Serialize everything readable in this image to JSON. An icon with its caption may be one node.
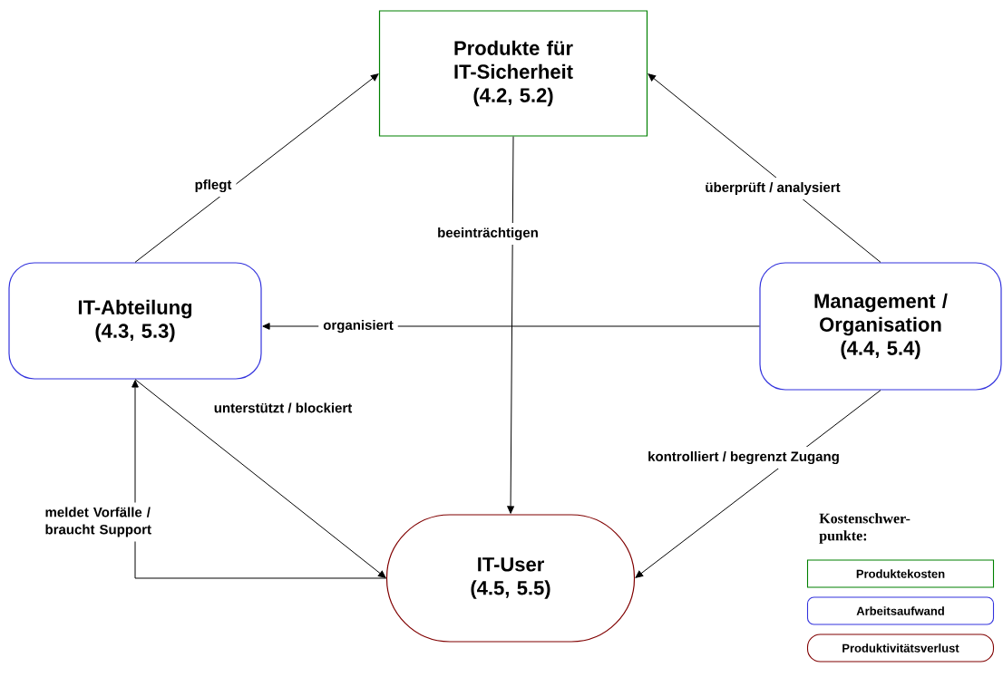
{
  "diagram": {
    "nodes": [
      {
        "text": [
          "Produkte für IT-Sicherheit (4.2, 5.2)"
        ]
      },
      {
        "text": [
          "IT-Abteilung (4.3, 5.3)"
        ]
      },
      {
        "text": [
          "Management / Organisation (4.4, 5.4)"
        ]
      },
      {
        "text": [
          "IT-User (4.5, 5.5)"
        ]
      }
    ],
    "edges": [
      {
        "from": 1,
        "to": 0,
        "arrow": "to",
        "label": "pflegt"
      },
      {
        "from": 2,
        "to": 0,
        "arrow": "to",
        "label": "überprüft / analysiert"
      },
      {
        "from": 0,
        "to": 3,
        "arrow": "to",
        "label": "beeinträchtigen"
      },
      {
        "from": 2,
        "to": 1,
        "arrow": "to",
        "label": "organisiert"
      },
      {
        "from": 1,
        "to": 3,
        "arrow": "to",
        "label": "unterstützt / blockiert"
      },
      {
        "from": 3,
        "to": 1,
        "arrow": "to",
        "label": "meldet Vorfälle / braucht Support"
      },
      {
        "from": 2,
        "to": 3,
        "arrow": "to",
        "label": "kontrolliert / begrenzt Zugang"
      }
    ],
    "labels": [
      "Kostenschwer- punkte:"
    ],
    "legend": [
      {
        "text": "Produktekosten"
      },
      {
        "text": "Arbeitsaufwand"
      },
      {
        "text": "Produktivitätsverlust"
      }
    ]
  }
}
